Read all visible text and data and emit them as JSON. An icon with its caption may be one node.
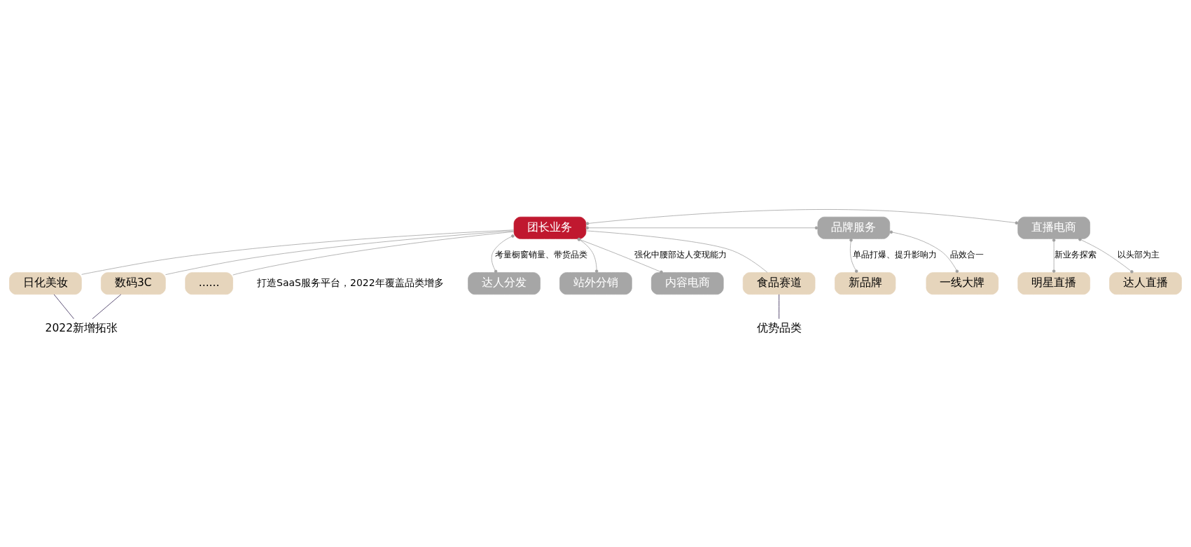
{
  "diagram": {
    "nodes": [
      {
        "text": [
          "团长业务"
        ]
      },
      {
        "text": [
          "达人分发"
        ]
      },
      {
        "text": [
          "站外分销"
        ]
      },
      {
        "text": [
          "内容电商"
        ]
      },
      {
        "text": [
          "直播电商"
        ]
      },
      {
        "text": [
          "明星直播"
        ]
      },
      {
        "text": [
          "达人直播"
        ]
      },
      {
        "text": [
          "品牌服务"
        ]
      },
      {
        "text": [
          "新品牌"
        ]
      },
      {
        "text": [
          "一线大牌"
        ]
      },
      {
        "text": [
          "食品赛道"
        ]
      },
      {
        "text": [
          "日化美妆"
        ]
      },
      {
        "text": [
          "数码3C"
        ]
      },
      {
        "text": [
          "......"
        ]
      },
      {
        "text": [
          "优势品类"
        ]
      },
      {
        "text": [
          "2022新增拓张"
        ]
      }
    ],
    "edges": [
      {
        "from": 0,
        "to": 1,
        "arrow": "other",
        "label": "考量橱窗销量、带货品类"
      },
      {
        "from": 0,
        "to": 2,
        "arrow": "other"
      },
      {
        "from": 0,
        "to": 3,
        "arrow": "other",
        "label": "强化中腰部达人变现能力"
      },
      {
        "from": 0,
        "to": 4,
        "arrow": "other"
      },
      {
        "from": 4,
        "to": 5,
        "arrow": "other",
        "label": "新业务探索"
      },
      {
        "from": 4,
        "to": 6,
        "arrow": "other",
        "label": "以头部为主"
      },
      {
        "from": 0,
        "to": 7,
        "arrow": "other"
      },
      {
        "from": 7,
        "to": 8,
        "arrow": "other",
        "label": "单品打爆、提升影响力"
      },
      {
        "from": 7,
        "to": 9,
        "arrow": "other",
        "label": "品效合一"
      },
      {
        "from": 0,
        "to": 10,
        "arrow": "none"
      },
      {
        "from": 0,
        "to": 11,
        "arrow": "none"
      },
      {
        "from": 0,
        "to": 12,
        "arrow": "none"
      },
      {
        "from": 0,
        "to": 13,
        "arrow": "none"
      },
      {
        "from": 10,
        "to": 14,
        "arrow": "none",
        "color": "#2e1f4f"
      },
      {
        "from": 11,
        "to": 15,
        "arrow": "none",
        "color": "#2e1f4f"
      },
      {
        "from": 12,
        "to": 15,
        "arrow": "none",
        "color": "#2e1f4f"
      }
    ],
    "labels": [
      "打造SaaS服务平台，2022年覆盖品类增多"
    ]
  }
}
